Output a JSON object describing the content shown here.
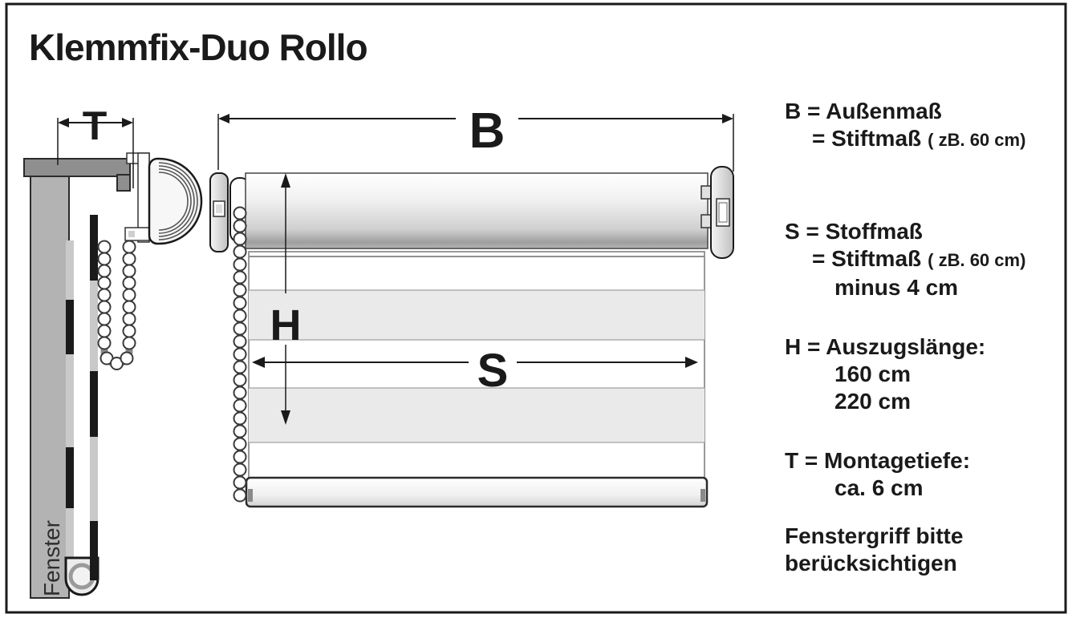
{
  "title": "Klemmfix-Duo Rollo",
  "diagram": {
    "t_label": "T",
    "b_label": "B",
    "h_label": "H",
    "s_label": "S",
    "fenster_label": "Fenster"
  },
  "legend": {
    "B": {
      "line1": "B = Außenmaß",
      "line2": "= Stiftmaß",
      "line2_note": "( zB. 60 cm)"
    },
    "S": {
      "line1": "S = Stoffmaß",
      "line2": "= Stiftmaß",
      "line2_note": "( zB. 60 cm)",
      "line3": "minus 4 cm"
    },
    "H": {
      "line1": "H = Auszugslänge:",
      "line2": "160 cm",
      "line3": "220 cm"
    },
    "T": {
      "line1": "T = Montagetiefe:",
      "line2": "ca. 6 cm"
    },
    "note": {
      "line1": "Fenstergriff bitte",
      "line2": "berücksichtigen"
    }
  },
  "colors": {
    "ink": "#1a1a1a",
    "frame-gray": "#b3b3b3",
    "frame-dark": "#8f8f8f",
    "stripe-gray": "#c9c9c9",
    "band-gray": "#eaeaea",
    "chain-gray": "#8a8a8a"
  }
}
